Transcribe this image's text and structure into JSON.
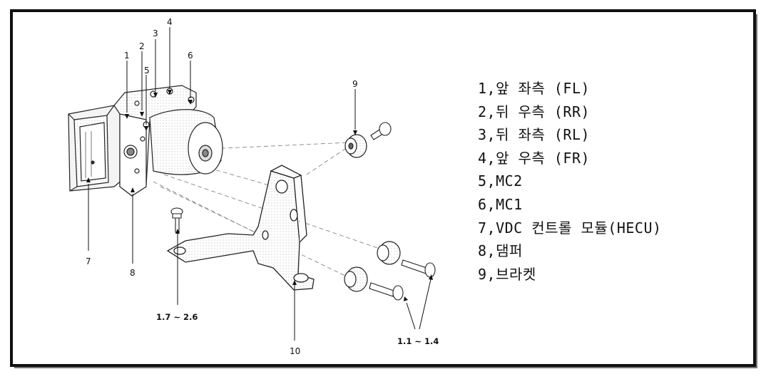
{
  "legend": [
    "1,앞 좌측 (FL)",
    "2,뒤 우측 (RR)",
    "3,뒤 좌측 (RL)",
    "4,앞 우측 (FR)",
    "5,MC2",
    "6,MC1",
    "7,VDC 컨트롤 모듈(HECU)",
    "8,댐퍼",
    "9,브라켓"
  ],
  "callouts": {
    "c1": "1",
    "c2": "2",
    "c3": "3",
    "c4": "4",
    "c5": "5",
    "c6": "6",
    "c7": "7",
    "c8": "8",
    "c9": "9",
    "c10": "10"
  },
  "torque": {
    "bolt": "1.7 ~ 2.6",
    "damper_bolts": "1.1 ~ 1.4"
  }
}
